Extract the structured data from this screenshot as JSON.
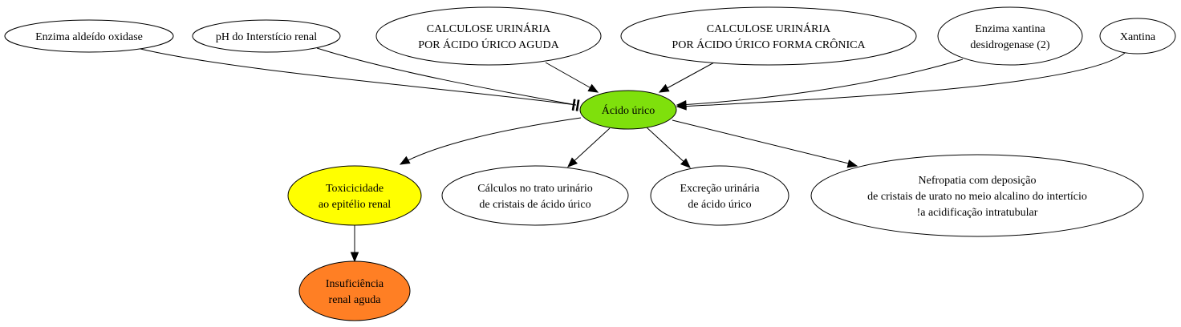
{
  "diagram": {
    "nodes": [
      {
        "id": "aldeido_oxidase",
        "lines": [
          "Enzima aldeído oxidase"
        ],
        "fill": "#ffffff"
      },
      {
        "id": "ph_intersticio",
        "lines": [
          "pH do Interstício renal"
        ],
        "fill": "#ffffff"
      },
      {
        "id": "calculose_aguda",
        "lines": [
          "CALCULOSE URINÁRIA",
          "POR ÁCIDO ÚRICO AGUDA"
        ],
        "fill": "#ffffff"
      },
      {
        "id": "calculose_cronica",
        "lines": [
          "CALCULOSE URINÁRIA",
          "POR ÁCIDO ÚRICO FORMA CRÔNICA"
        ],
        "fill": "#ffffff"
      },
      {
        "id": "xantina_desidrogenase",
        "lines": [
          "Enzima xantina",
          "desidrogenase (2)"
        ],
        "fill": "#ffffff"
      },
      {
        "id": "xantina",
        "lines": [
          "Xantina"
        ],
        "fill": "#ffffff"
      },
      {
        "id": "acido_urico",
        "lines": [
          "Ácido úrico"
        ],
        "fill": "#7fe00c"
      },
      {
        "id": "toxicidade",
        "lines": [
          "Toxicicidade",
          "ao epitélio renal"
        ],
        "fill": "#ffff00"
      },
      {
        "id": "calculos_trato",
        "lines": [
          "Cálculos no trato urinário",
          "de cristais de ácido úrico"
        ],
        "fill": "#ffffff"
      },
      {
        "id": "excrecao",
        "lines": [
          "Excreção urinária",
          "de ácido úrico"
        ],
        "fill": "#ffffff"
      },
      {
        "id": "nefropatia",
        "lines": [
          "Nefropatia com deposição",
          "de cristais de urato no meio alcalino do intertício",
          "!a acidificação intratubular"
        ],
        "fill": "#ffffff"
      },
      {
        "id": "insuficiencia",
        "lines": [
          "Insuficiência",
          "renal aguda"
        ],
        "fill": "#ff7f24"
      }
    ],
    "edges": [
      {
        "from": "aldeido_oxidase",
        "to": "acido_urico",
        "type": "inhibit"
      },
      {
        "from": "ph_intersticio",
        "to": "acido_urico",
        "type": "inhibit"
      },
      {
        "from": "calculose_aguda",
        "to": "acido_urico",
        "type": "arrow"
      },
      {
        "from": "calculose_cronica",
        "to": "acido_urico",
        "type": "arrow"
      },
      {
        "from": "xantina_desidrogenase",
        "to": "acido_urico",
        "type": "arrow"
      },
      {
        "from": "xantina",
        "to": "acido_urico",
        "type": "arrow"
      },
      {
        "from": "acido_urico",
        "to": "toxicidade",
        "type": "arrow"
      },
      {
        "from": "acido_urico",
        "to": "calculos_trato",
        "type": "arrow"
      },
      {
        "from": "acido_urico",
        "to": "excrecao",
        "type": "arrow"
      },
      {
        "from": "acido_urico",
        "to": "nefropatia",
        "type": "arrow"
      },
      {
        "from": "toxicidade",
        "to": "insuficiencia",
        "type": "arrow"
      }
    ]
  }
}
